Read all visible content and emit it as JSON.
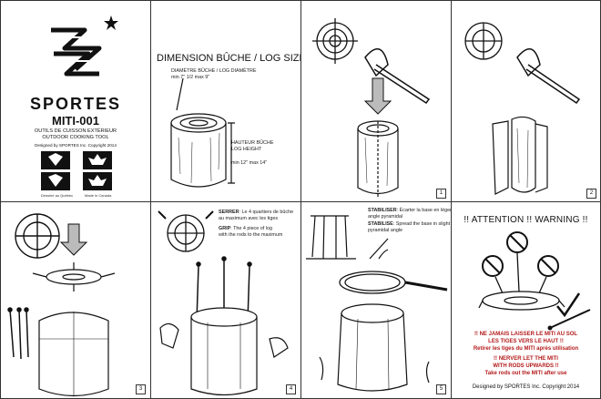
{
  "brand": {
    "name": "SPORTES",
    "model": "MITI-001",
    "line1": "OUTILS DE CUISSON EXTÉRIEUR",
    "line2": "OUTDOOR COOKING TOOL",
    "copyright": "Designed by SPORTES Inc. Copyright 2014",
    "flag_caption_left": "Dessiné au Québec",
    "flag_caption_right": "Made in Canada"
  },
  "dimension": {
    "title": "DIMENSION BÛCHE / LOG SIZE",
    "diameter_label": "DIAMÈTRE BÛCHE / LOG DIAMÈTRE",
    "diameter_range": "min 7\" 1/2  max 9\"",
    "height_label_fr": "HAUTEUR BÛCHE",
    "height_label_en": "LOG HEIGHT",
    "height_range": "min 12\" max 14\""
  },
  "steps": {
    "n1": "1",
    "n2": "2",
    "n3": "3",
    "n4": "4",
    "n5": "5"
  },
  "step4": {
    "serrer_label": "SERRER",
    "serrer_text1": ": Le 4 quartiers de bûche",
    "serrer_text2": "au maximum avec les tiges",
    "grip_label": "GRIP",
    "grip_text1": ": The 4 piece of log",
    "grip_text2": "with the rods to the maximum"
  },
  "step5": {
    "stab_fr_label": "STABILISER",
    "stab_fr_text1": ": Écarter la base en léger",
    "stab_fr_text2": "angle pyramidal",
    "stab_en_label": "STABILISE",
    "stab_en_text1": ": Spread the base in slight",
    "stab_en_text2": "pyramidal angle"
  },
  "warning": {
    "title": "!! ATTENTION !! WARNING !!",
    "fr1": "!! NE JAMAIS LAISSER LE MITI AU SOL",
    "fr2": "LES TIGES VERS LE HAUT !!",
    "fr3": "Retirer les tiges du MITI après utilisation",
    "en1": "!! NERVER LET THE MITI",
    "en2": "WITH RODS UPWARDS !!",
    "en3": "Take rods out the MITI after use",
    "design": "Designed by SPORTES Inc. Copyright 2014"
  },
  "colors": {
    "warning_red": "#b41b1b",
    "ink": "#111111"
  },
  "icons": [
    "star-icon",
    "flag-icon",
    "target-icon",
    "axe-icon",
    "arrow-down-icon",
    "no-symbol-icon",
    "check-icon"
  ]
}
